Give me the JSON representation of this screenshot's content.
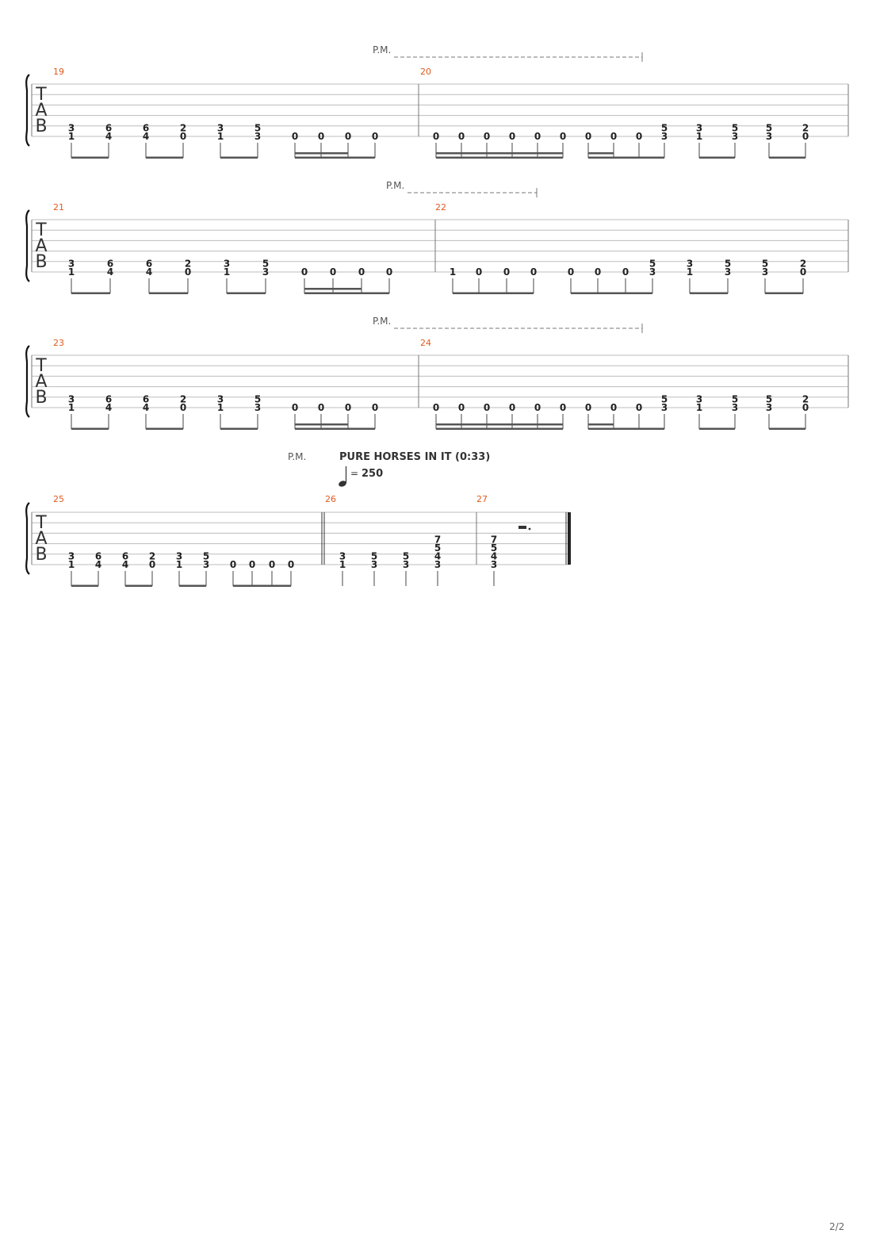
{
  "page": {
    "number": "2/2"
  },
  "colors": {
    "measure_number": "#e05a1e",
    "staff_line": "#bdbdbd",
    "ink": "#222222",
    "barline": "#777777",
    "pm": "#555555"
  },
  "tempo_marker": {
    "section": "PURE HORSES IN IT (0:33)",
    "equals": "=",
    "bpm": "250"
  },
  "systems": [
    {
      "pm": "P.M.",
      "measures": [
        {
          "number": "19",
          "groups": [
            [
              "3",
              "1"
            ],
            [
              "6",
              "4"
            ],
            [
              "6",
              "4"
            ],
            [
              "2",
              "0"
            ],
            [
              "3",
              "1"
            ],
            [
              "5",
              "3"
            ],
            [
              "0"
            ],
            [
              "0"
            ],
            [
              "0"
            ],
            [
              "0"
            ]
          ]
        },
        {
          "number": "20",
          "groups": [
            [
              "0"
            ],
            [
              "0"
            ],
            [
              "0"
            ],
            [
              "0"
            ],
            [
              "0"
            ],
            [
              "0"
            ],
            [
              "0"
            ],
            [
              "0"
            ],
            [
              "0"
            ],
            [
              "5",
              "3"
            ],
            [
              "3",
              "1"
            ],
            [
              "5",
              "3"
            ],
            [
              "5",
              "3"
            ],
            [
              "2",
              "0"
            ]
          ]
        }
      ]
    },
    {
      "pm": "P.M.",
      "measures": [
        {
          "number": "21",
          "groups": [
            [
              "3",
              "1"
            ],
            [
              "6",
              "4"
            ],
            [
              "6",
              "4"
            ],
            [
              "2",
              "0"
            ],
            [
              "3",
              "1"
            ],
            [
              "5",
              "3"
            ],
            [
              "0"
            ],
            [
              "0"
            ],
            [
              "0"
            ],
            [
              "0"
            ]
          ]
        },
        {
          "number": "22",
          "groups": [
            [
              "1"
            ],
            [
              "0"
            ],
            [
              "0"
            ],
            [
              "0"
            ],
            [
              "0"
            ],
            [
              "0"
            ],
            [
              "0"
            ],
            [
              "5",
              "3"
            ],
            [
              "3",
              "1"
            ],
            [
              "5",
              "3"
            ],
            [
              "5",
              "3"
            ],
            [
              "2",
              "0"
            ]
          ]
        }
      ]
    },
    {
      "pm": "P.M.",
      "measures": [
        {
          "number": "23",
          "groups": [
            [
              "3",
              "1"
            ],
            [
              "6",
              "4"
            ],
            [
              "6",
              "4"
            ],
            [
              "2",
              "0"
            ],
            [
              "3",
              "1"
            ],
            [
              "5",
              "3"
            ],
            [
              "0"
            ],
            [
              "0"
            ],
            [
              "0"
            ],
            [
              "0"
            ]
          ]
        },
        {
          "number": "24",
          "groups": [
            [
              "0"
            ],
            [
              "0"
            ],
            [
              "0"
            ],
            [
              "0"
            ],
            [
              "0"
            ],
            [
              "0"
            ],
            [
              "0"
            ],
            [
              "0"
            ],
            [
              "0"
            ],
            [
              "5",
              "3"
            ],
            [
              "3",
              "1"
            ],
            [
              "5",
              "3"
            ],
            [
              "5",
              "3"
            ],
            [
              "2",
              "0"
            ]
          ]
        }
      ]
    },
    {
      "pm": "P.M.",
      "measures": [
        {
          "number": "25",
          "groups": [
            [
              "3",
              "1"
            ],
            [
              "6",
              "4"
            ],
            [
              "6",
              "4"
            ],
            [
              "2",
              "0"
            ],
            [
              "3",
              "1"
            ],
            [
              "5",
              "3"
            ],
            [
              "0"
            ],
            [
              "0"
            ],
            [
              "0"
            ],
            [
              "0"
            ]
          ]
        },
        {
          "number": "26",
          "groups": [
            [
              "3",
              "1"
            ],
            [
              "5",
              "3"
            ],
            [
              "5",
              "3"
            ],
            [
              "7",
              "5",
              "4",
              "3"
            ]
          ]
        },
        {
          "number": "27",
          "groups": [
            [
              "7",
              "5",
              "4",
              "3"
            ]
          ]
        }
      ]
    }
  ]
}
